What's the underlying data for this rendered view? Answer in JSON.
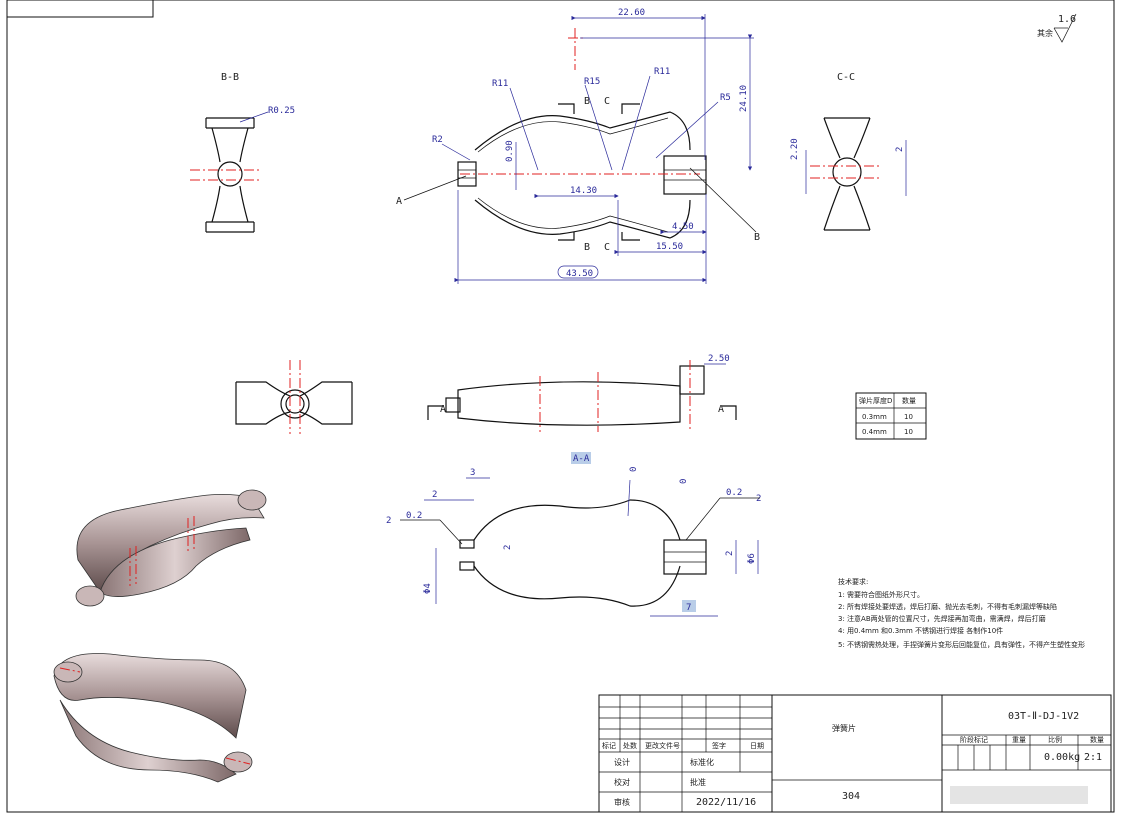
{
  "roughness": {
    "value": "1.6",
    "prefix": "其余"
  },
  "views": {
    "bb_label": "B-B",
    "cc_label": "C-C",
    "aa_label": "A-A"
  },
  "front_dims": {
    "d_22_60": "22.60",
    "d_24_10": "24.10",
    "r11_left": "R11",
    "r15": "R15",
    "r11_right": "R11",
    "r5": "R5",
    "r2": "R2",
    "d_0_90": "0.90",
    "d_14_30": "14.30",
    "d_4_50": "4.50",
    "d_15_50": "15.50",
    "d_43_50": "43.50",
    "leader_a": "A",
    "leader_b": "B",
    "sec_b_top": "B",
    "sec_c_top": "C",
    "sec_b_bot": "B",
    "sec_c_bot": "C"
  },
  "bb_dims": {
    "r0_25": "R0.25"
  },
  "cc_dims": {
    "d_2_20": "2.20",
    "d_2": "2"
  },
  "side_dims": {
    "d_2_50": "2.50",
    "sec_a_left": "A",
    "sec_a_right": "A"
  },
  "aa_dims": {
    "d_3": "3",
    "d_2_top": "2",
    "d_0_top": "0",
    "d_0_mid": "0",
    "weld_left_2": "2",
    "weld_left_02": "0.2",
    "weld_right_02": "0.2",
    "weld_right_2": "2",
    "d_2_small": "2",
    "d_phi4": "Φ4",
    "d_phi6": "Φ6",
    "d_2_right": "2",
    "d_7": "7"
  },
  "thickness_table": {
    "headers": [
      "弹片厚度D",
      "数量"
    ],
    "rows": [
      [
        "0.3mm",
        "10"
      ],
      [
        "0.4mm",
        "10"
      ]
    ]
  },
  "tech_notes": {
    "title": "技术要求:",
    "items": [
      "1: 需要符合图纸外形尺寸。",
      "2: 所有焊接处要焊透，焊后打磨、抛光去毛刺，不得有毛刺漏焊等缺陷",
      "3: 注意AB两处管的位置尺寸，先焊接再加弯曲，需满焊，焊后打磨",
      "4: 用0.4mm 和0.3mm 不锈钢进行焊接 各制作10件",
      "5: 不锈钢需热处理，手捏弹簧片变形后回能复位，具有弹性，不得产生塑性变形"
    ]
  },
  "title_block": {
    "col_labels": [
      "标记",
      "处数",
      "更改文件号",
      "签字",
      "日期"
    ],
    "design": "设计",
    "standardize": "标准化",
    "check": "校对",
    "approve": "批准",
    "review": "审核",
    "date": "2022/11/16",
    "part_name": "弹簧片",
    "material": "304",
    "drawing_no": "03T-Ⅱ-DJ-1V2",
    "stage_mark": "阶段标记",
    "weight_label": "重量",
    "scale_label": "比例",
    "count_label": "数量",
    "weight": "0.00kg",
    "scale": "2:1"
  },
  "colors": {
    "center_line": "#e02020",
    "dimension": "#2a2a9a",
    "outline": "#111111"
  }
}
